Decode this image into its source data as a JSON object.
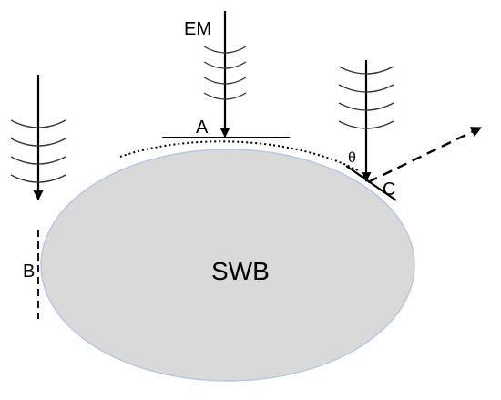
{
  "diagram": {
    "body_label": "SWB",
    "wave_label": "EM",
    "point_a": "A",
    "point_b": "B",
    "point_c": "C",
    "angle_label": "θ"
  },
  "colors": {
    "body_fill": "#d9d9d9",
    "body_stroke": "#b7c8e4",
    "lines": "#000000",
    "background": "#ffffff"
  },
  "icons": {
    "wave_fronts": "arc-wavefront-icon",
    "incident_arrow": "down-arrow-icon",
    "reflected_arrow": "dashed-arrow-icon"
  }
}
